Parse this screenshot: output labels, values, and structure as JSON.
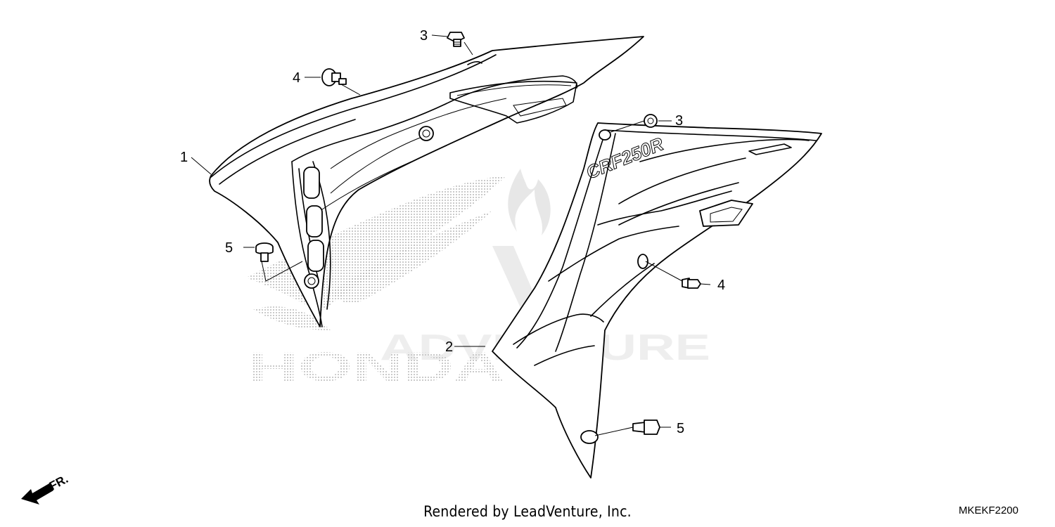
{
  "diagram": {
    "callouts": {
      "left_1": "1",
      "right_2": "2",
      "left_3": "3",
      "right_3": "3",
      "left_4": "4",
      "right_4": "4",
      "left_5": "5",
      "right_5": "5"
    },
    "front_arrow_label": "FR.",
    "watermark_brand": "HONDA",
    "watermark_vendor": "ADVENTURE",
    "shroud_logo": "CRF250R"
  },
  "footer": {
    "credit": "Rendered by LeadVenture, Inc.",
    "code": "MKEKF2200"
  }
}
